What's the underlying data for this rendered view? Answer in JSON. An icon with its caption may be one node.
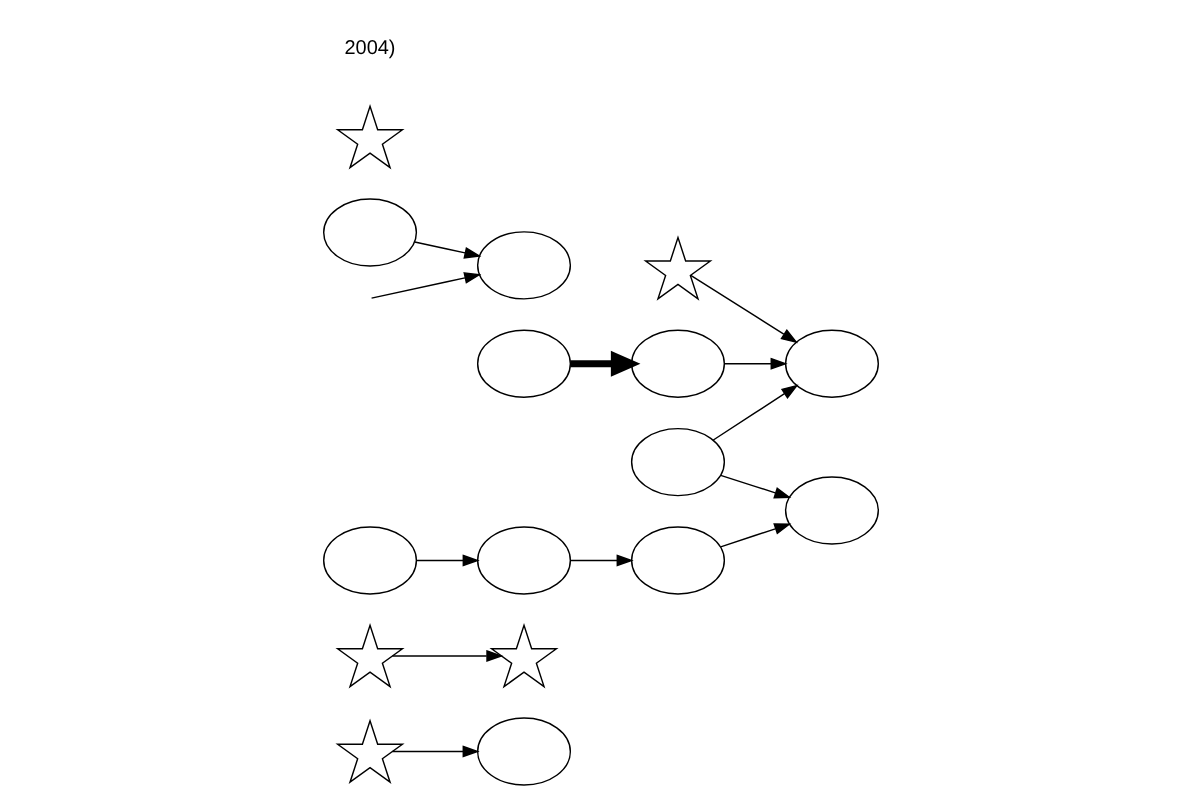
{
  "diagram": {
    "nodes": [
      {
        "text": [],
        "shape": "star"
      },
      {
        "text": [],
        "shape": "circle"
      },
      {
        "text": [],
        "shape": "star"
      },
      {
        "text": [],
        "shape": "star"
      },
      {
        "text": [],
        "shape": "circle"
      },
      {
        "text": [],
        "shape": "circle"
      },
      {
        "text": [],
        "shape": "circle"
      },
      {
        "text": [],
        "shape": "circle"
      },
      {
        "text": [],
        "shape": "circle"
      },
      {
        "text": [],
        "shape": "circle"
      },
      {
        "text": [],
        "shape": "circle"
      },
      {
        "text": [],
        "shape": "circle"
      },
      {
        "text": [],
        "shape": "star"
      },
      {
        "text": [],
        "shape": "star"
      },
      {
        "text": [],
        "shape": "circle"
      },
      {
        "text": [],
        "shape": "circle"
      }
    ],
    "edges": [
      {
        "from": 0,
        "to": 1,
        "arrow": "to"
      },
      {
        "from": 2,
        "to": 3,
        "arrow": "to"
      },
      {
        "from": 7,
        "to": 4,
        "arrow": "to",
        "style": "thick"
      },
      {
        "from": 14,
        "to": 8,
        "arrow": "to"
      },
      {
        "from": 4,
        "to": 5,
        "arrow": "to"
      },
      {
        "from": 8,
        "to": 6,
        "arrow": "to"
      },
      {
        "from": 6,
        "to": 10,
        "arrow": "to"
      },
      {
        "from": 13,
        "to": 5,
        "arrow": "to"
      },
      {
        "from": null,
        "to": 11,
        "arrow": "to"
      },
      {
        "from": 9,
        "to": 5,
        "arrow": "to"
      },
      {
        "from": 9,
        "to": 10,
        "arrow": "to"
      },
      {
        "from": 15,
        "to": 11,
        "arrow": "to"
      }
    ],
    "labels": [
      "2004)"
    ]
  }
}
